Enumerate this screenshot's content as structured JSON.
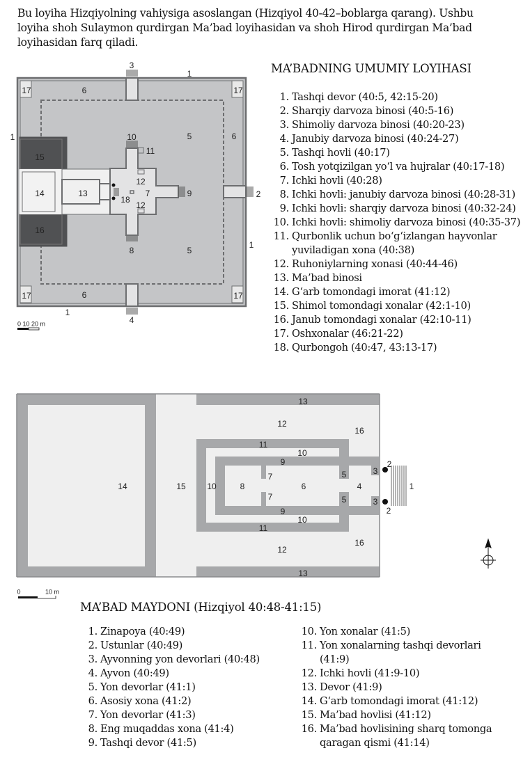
{
  "intro": "Bu loyiha Hizqiyolning vahiysiga asoslangan (Hizqiyol 40-42–boblarga qarang). Ushbu loyiha shoh Sulaymon qurdirgan Ma’bad loyihasidan va shoh Hirod qurdirgan Ma’bad loyihasidan farq qiladi.",
  "plan": {
    "title": "MA’BADNING UMUMIY LOYIHASI",
    "scale": "0  10  20 m",
    "labels": {
      "l1": "1",
      "l2": "2",
      "l3": "3",
      "l4": "4",
      "l5": "5",
      "l6": "6",
      "l7": "7",
      "l8": "8",
      "l9": "9",
      "l10": "10",
      "l11": "11",
      "l12": "12",
      "l13": "13",
      "l14": "14",
      "l15": "15",
      "l16": "16",
      "l17": "17",
      "l18": "18"
    },
    "legend": [
      {
        "n": "1.",
        "t": "Tashqi devor (40:5, 42:15-20)"
      },
      {
        "n": "2.",
        "t": "Sharqiy darvoza binosi (40:5-16)"
      },
      {
        "n": "3.",
        "t": "Shimoliy darvoza binosi (40:20-23)"
      },
      {
        "n": "4.",
        "t": "Janubiy darvoza binosi (40:24-27)"
      },
      {
        "n": "5.",
        "t": "Tashqi hovli (40:17)"
      },
      {
        "n": "6.",
        "t": "Tosh yotqizilgan yoʻl va hujralar (40:17-18)"
      },
      {
        "n": "7.",
        "t": "Ichki hovli (40:28)"
      },
      {
        "n": "8.",
        "t": "Ichki hovli: janubiy darvoza binosi (40:28-31)"
      },
      {
        "n": "9.",
        "t": "Ichki hovli: sharqiy darvoza binosi (40:32-24)"
      },
      {
        "n": "10.",
        "t": "Ichki hovli: shimoliy darvoza binosi (40:35-37)"
      },
      {
        "n": "11.",
        "t": "Qurbonlik uchun boʻgʻizlangan hayvonlar yuviladigan xona (40:38)"
      },
      {
        "n": "12.",
        "t": "Ruhoniylarning xonasi (40:44-46)"
      },
      {
        "n": "13.",
        "t": "Ma’bad binosi"
      },
      {
        "n": "14.",
        "t": "Gʻarb tomondagi imorat (41:12)"
      },
      {
        "n": "15.",
        "t": "Shimol tomondagi xonalar (42:1-10)"
      },
      {
        "n": "16.",
        "t": "Janub tomondagi xonalar (42:10-11)"
      },
      {
        "n": "17.",
        "t": "Oshxonalar (46:21-22)"
      },
      {
        "n": "18.",
        "t": "Qurbongoh (40:47, 43:13-17)"
      }
    ]
  },
  "temple": {
    "title": "MA’BAD MAYDONI (Hizqiyol 40:48-41:15)",
    "scale_zero": "0",
    "scale_ten": "10 m",
    "labels": {
      "l1": "1",
      "l2": "2",
      "l3": "3",
      "l4": "4",
      "l5": "5",
      "l6": "6",
      "l7": "7",
      "l8": "8",
      "l9": "9",
      "l10": "10",
      "l11": "11",
      "l12": "12",
      "l13": "13",
      "l14": "14",
      "l15": "15",
      "l16": "16"
    },
    "legend_left": [
      {
        "n": "1.",
        "t": "Zinapoya (40:49)"
      },
      {
        "n": "2.",
        "t": "Ustunlar (40:49)"
      },
      {
        "n": "3.",
        "t": "Ayvonning yon devorlari (40:48)"
      },
      {
        "n": "4.",
        "t": "Ayvon (40:49)"
      },
      {
        "n": "5.",
        "t": "Yon devorlar (41:1)"
      },
      {
        "n": "6.",
        "t": "Asosiy xona (41:2)"
      },
      {
        "n": "7.",
        "t": "Yon devorlar (41:3)"
      },
      {
        "n": "8.",
        "t": "Eng muqaddas xona (41:4)"
      },
      {
        "n": "9.",
        "t": "Tashqi devor (41:5)"
      }
    ],
    "legend_right": [
      {
        "n": "10.",
        "t": "Yon xonalar (41:5)"
      },
      {
        "n": "11.",
        "t": "Yon xonalarning tashqi devorlari (41:9)"
      },
      {
        "n": "12.",
        "t": "Ichki hovli (41:9-10)"
      },
      {
        "n": "13.",
        "t": "Devor (41:9)"
      },
      {
        "n": "14.",
        "t": "Gʻarb tomondagi imorat (41:12)"
      },
      {
        "n": "15.",
        "t": "Ma’bad hovlisi (41:12)"
      },
      {
        "n": "16.",
        "t": "Ma’bad hovlisining sharq tomonga qaragan qismi (41:14)"
      }
    ]
  },
  "colors": {
    "wall": "#a7a8aa",
    "court": "#c4c5c7",
    "light": "#efefef",
    "dark": "#505153",
    "outline": "#6d6e70"
  }
}
